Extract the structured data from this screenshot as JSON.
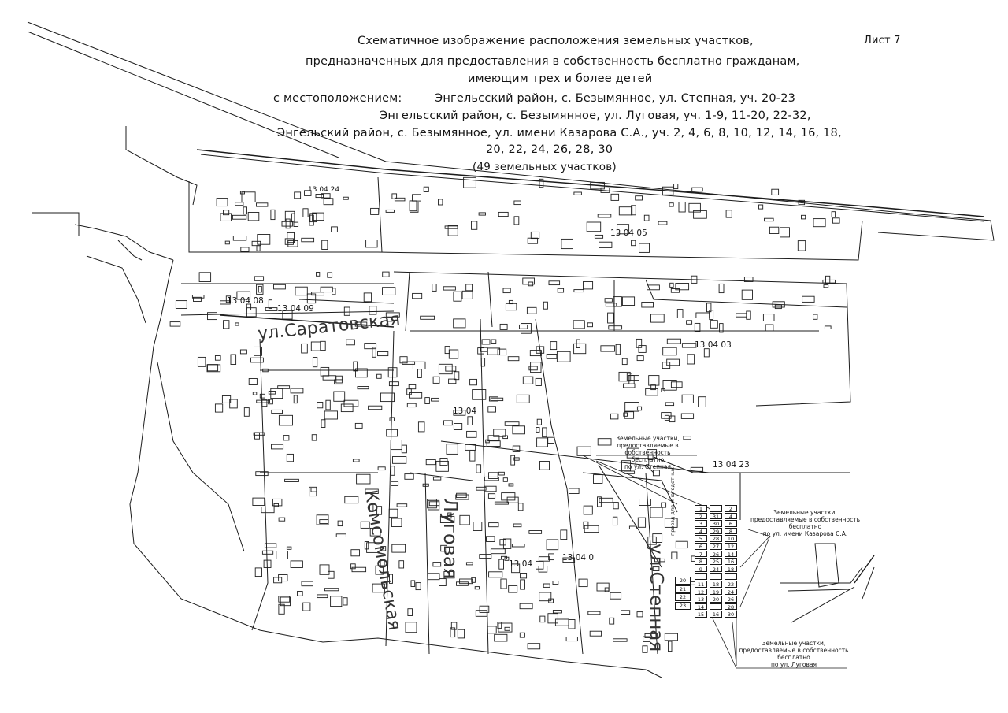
{
  "header": {
    "sheet_label": "Лист 7",
    "title_lines": [
      "Схематичное изображение расположения земельных участков,",
      "предназначенных для предоставления в собственность бесплатно гражданам,",
      "имеющим трех и более детей"
    ],
    "location_label": "с местоположением:",
    "location_lines": [
      "Энгельсский район, с. Безымянное, ул. Степная, уч. 20-23",
      "Энгельсский район, с. Безымянное, ул. Луговая, уч. 1-9, 11-20, 22-32,",
      "Энгельский район, с. Безымянное, ул. имени Казарова С.А., уч. 2, 4, 6, 8, 10, 12, 14, 16, 18,",
      "20, 22, 24, 26, 28, 30",
      "(49 земельных участков)"
    ]
  },
  "cadastral_codes": [
    "13 04 05",
    "13 04 08",
    "13 04 09",
    "13 04 03",
    "13 04 23",
    "13 04 24",
    "13 04",
    "13 04",
    "13 04 0"
  ],
  "street_labels": {
    "saratovskaya": "ул.Саратовская",
    "komsomolskaya": "Комсомольская",
    "lugovaya": "Луговая",
    "stepnaya": "ул.Степная"
  },
  "callouts": {
    "stepnaya": [
      "Земельные участки,",
      "предоставляемые в собственность",
      "бесплатно",
      "по ул. Степная"
    ],
    "kazarova": [
      "Земельные участки,",
      "предоставляемые в собственность",
      "бесплатно",
      "по ул. имени Казарова С.А."
    ],
    "lugovaya": [
      "Земельные участки,",
      "предоставляемые в собственность",
      "бесплатно",
      "по ул. Луговая"
    ]
  },
  "parcel_grid": {
    "col1": [
      "1",
      "2",
      "3",
      "4",
      "5",
      "6",
      "7",
      "8",
      "9",
      "",
      "11",
      "12",
      "13",
      "14",
      "15"
    ],
    "col2": [
      "",
      "31",
      "30",
      "29",
      "28",
      "27",
      "26",
      "25",
      "24",
      "",
      "18",
      "19",
      "20",
      "",
      "16"
    ],
    "col3": [
      "2",
      "4",
      "6",
      "8",
      "10",
      "12",
      "14",
      "16",
      "18",
      "",
      "22",
      "24",
      "26",
      "28",
      "30"
    ],
    "stepnaya_cells": [
      "20",
      "21",
      "22",
      "23"
    ],
    "vertical_label": "проезд для многодетных"
  },
  "colors": {
    "line": "#1a1a1a",
    "paper": "#ffffff"
  }
}
